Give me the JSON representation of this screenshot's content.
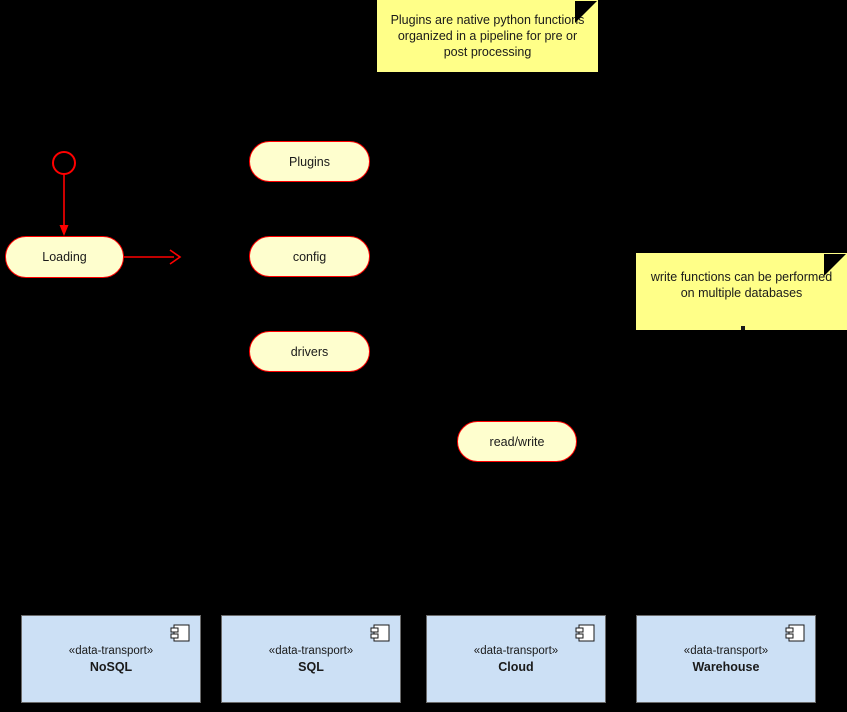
{
  "diagram": {
    "type": "uml-state-component-diagram",
    "background_color": "#000000",
    "colors": {
      "note_fill": "#FFFF88",
      "note_fold": "#F2F28A",
      "state_fill": "#FEFECE",
      "state_border": "#FF0000",
      "arrow": "#FF0000",
      "component_fill": "#CCE0F5",
      "component_border": "#6A6A6A",
      "text": "#1A1A1A"
    }
  },
  "notes": [
    {
      "id": "note-plugins",
      "text": "Plugins are native python functions organized in a pipeline for pre or post processing"
    },
    {
      "id": "note-write",
      "text": "write functions can be performed on multiple databases"
    }
  ],
  "start_node": {
    "label": "start"
  },
  "states": [
    {
      "id": "state-loading",
      "label": "Loading"
    },
    {
      "id": "state-plugins",
      "label": "Plugins"
    },
    {
      "id": "state-config",
      "label": "config"
    },
    {
      "id": "state-drivers",
      "label": "drivers"
    },
    {
      "id": "state-readwrite",
      "label": "read/write"
    }
  ],
  "transitions": [
    {
      "id": "start-to-loading",
      "from": "start",
      "to": "Loading",
      "label": "",
      "direction": "down"
    },
    {
      "id": "loading-outgoing",
      "from": "Loading",
      "to": "",
      "label": "",
      "direction": "right"
    }
  ],
  "components": [
    {
      "id": "cmp-nosql",
      "stereotype": "«data-transport»",
      "name": "NoSQL"
    },
    {
      "id": "cmp-sql",
      "stereotype": "«data-transport»",
      "name": "SQL"
    },
    {
      "id": "cmp-cloud",
      "stereotype": "«data-transport»",
      "name": "Cloud"
    },
    {
      "id": "cmp-warehouse",
      "stereotype": "«data-transport»",
      "name": "Warehouse"
    }
  ]
}
